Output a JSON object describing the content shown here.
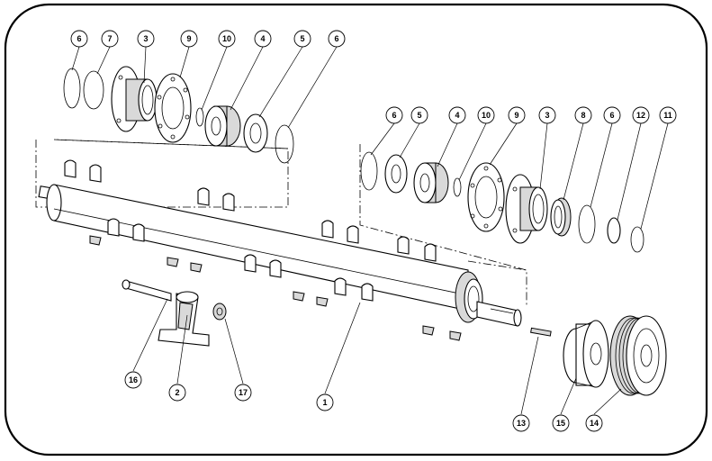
{
  "callouts": {
    "left_top": [
      "6",
      "7",
      "3",
      "9",
      "10",
      "4",
      "5",
      "6"
    ],
    "right_top": [
      "6",
      "5",
      "4",
      "10",
      "9",
      "3",
      "8",
      "6",
      "12",
      "11"
    ],
    "bottom": [
      "16",
      "2",
      "17",
      "1",
      "13",
      "15",
      "14"
    ]
  },
  "colors": {
    "line": "#000000",
    "shade": "#d9d9d9",
    "background": "#ffffff"
  }
}
